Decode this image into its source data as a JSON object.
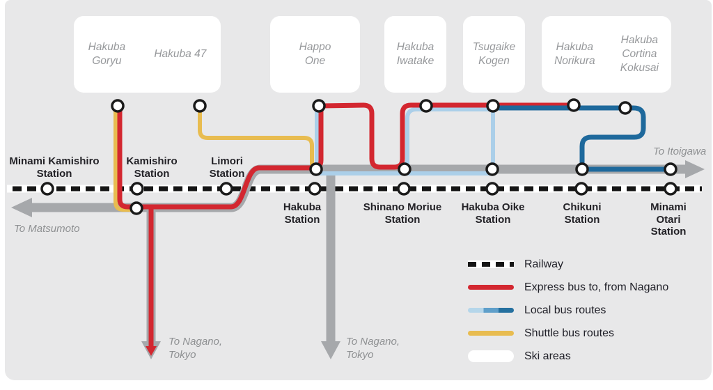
{
  "ski_areas": [
    {
      "name": "Hakuba Goryu",
      "label": "Hakuba\nGoryu"
    },
    {
      "name": "Hakuba 47",
      "label": "Hakuba 47"
    },
    {
      "name": "Happo One",
      "label": "Happo\nOne"
    },
    {
      "name": "Hakuba Iwatake",
      "label": "Hakuba\nIwatake"
    },
    {
      "name": "Tsugaike Kogen",
      "label": "Tsugaike\nKogen"
    },
    {
      "name": "Hakuba Norikura",
      "label": "Hakuba\nNorikura"
    },
    {
      "name": "Hakuba Cortina Kokusai",
      "label": "Hakuba\nCortina\nKokusai"
    }
  ],
  "stations": [
    {
      "label": "Minami Kamishiro\nStation"
    },
    {
      "label": "Kamishiro\nStation"
    },
    {
      "label": "Limori\nStation"
    },
    {
      "label": "Hakuba\nStation"
    },
    {
      "label": "Shinano Moriue\nStation"
    },
    {
      "label": "Hakuba Oike\nStation"
    },
    {
      "label": "Chikuni\nStation"
    },
    {
      "label": "Minami Otari\nStation"
    }
  ],
  "directions": {
    "matsumoto": "To Matsumoto",
    "itoigawa": "To Itoigawa",
    "nagano_from_kamishiro": "To Nagano,\nTokyo",
    "nagano_from_hakuba": "To Nagano,\nTokyo"
  },
  "legend": {
    "railway": "Railway",
    "express": "Express bus to, from Nagano",
    "local": "Local bus routes",
    "shuttle": "Shuttle bus routes",
    "ski": "Ski areas"
  },
  "colors": {
    "express_red": "#d32730",
    "shuttle_yellow": "#e8bc50",
    "local_blue_light": "#abcfe9",
    "local_blue_dark": "#1e699c",
    "road_gray": "#a6a8ab",
    "railway_black": "#151515",
    "panel_background": "#e8e8e9"
  }
}
